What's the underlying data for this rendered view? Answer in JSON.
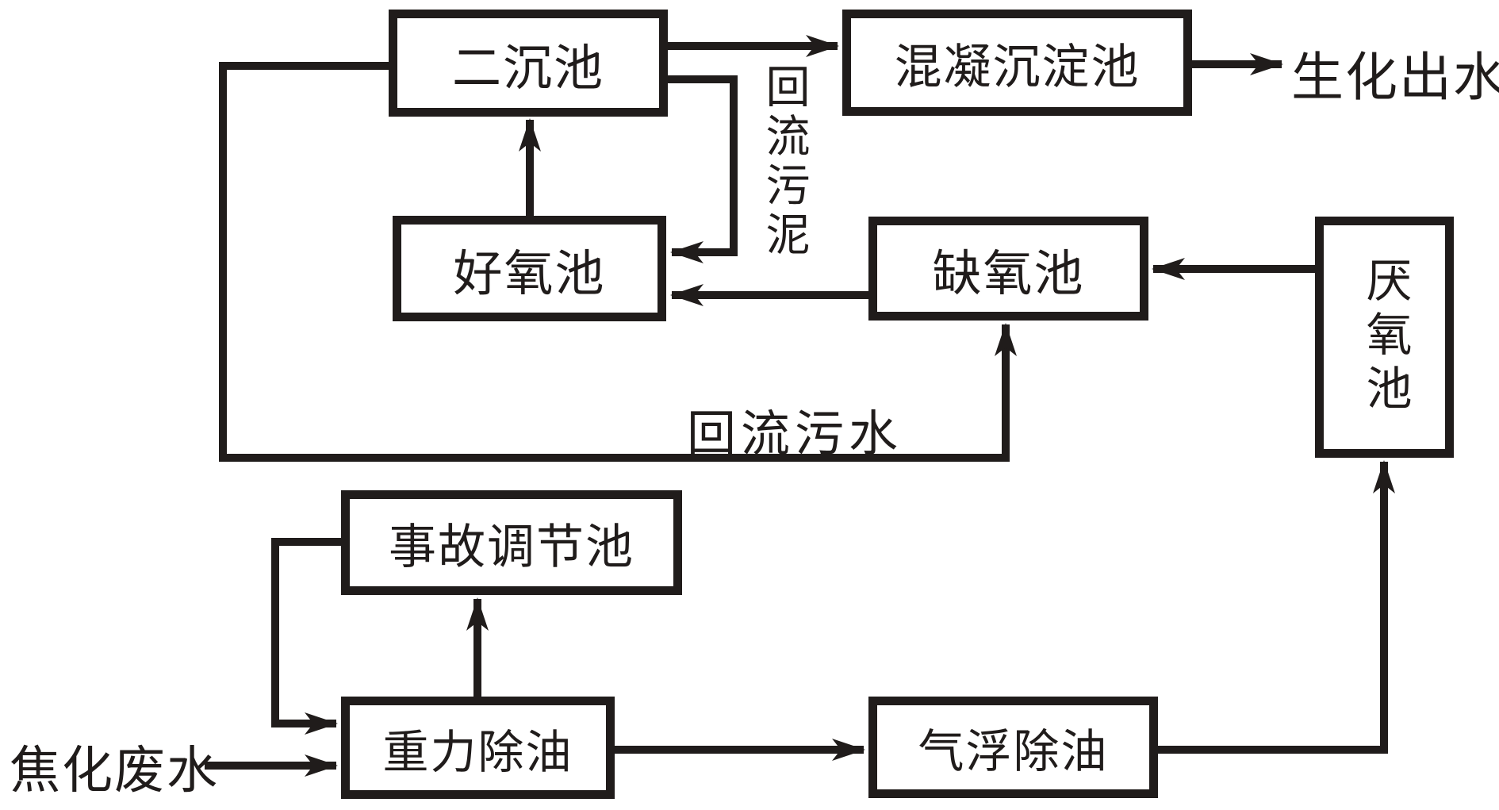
{
  "colors": {
    "ink": "#201c1b",
    "background": "#ffffff"
  },
  "nodes": {
    "secondary_clarifier": {
      "label": "二沉池"
    },
    "coagulation_tank": {
      "label": "混凝沉淀池"
    },
    "aerobic_tank": {
      "label": "好氧池"
    },
    "anoxic_tank": {
      "label": "缺氧池"
    },
    "anaerobic_tank": {
      "label": "厌氧池"
    },
    "accident_tank": {
      "label": "事故调节池"
    },
    "gravity_deoiling": {
      "label": "重力除油"
    },
    "flotation_deoiling": {
      "label": "气浮除油"
    }
  },
  "labels": {
    "influent": "焦化废水",
    "effluent": "生化出水",
    "return_sludge": "回流污泥",
    "return_water": "回流污水"
  },
  "edges": [
    {
      "from": "二沉池",
      "to": "混凝沉淀池",
      "label": ""
    },
    {
      "from": "混凝沉淀池",
      "to": "生化出水",
      "label": ""
    },
    {
      "from": "好氧池",
      "to": "二沉池",
      "label": ""
    },
    {
      "from": "二沉池",
      "to": "好氧池",
      "label": "回流污泥"
    },
    {
      "from": "缺氧池",
      "to": "好氧池",
      "label": ""
    },
    {
      "from": "厌氧池",
      "to": "缺氧池",
      "label": ""
    },
    {
      "from": "二沉池",
      "to": "缺氧池",
      "label": "回流污水"
    },
    {
      "from": "重力除油",
      "to": "事故调节池",
      "label": ""
    },
    {
      "from": "事故调节池",
      "to": "重力除油",
      "label": ""
    },
    {
      "from": "焦化废水",
      "to": "重力除油",
      "label": ""
    },
    {
      "from": "重力除油",
      "to": "气浮除油",
      "label": ""
    },
    {
      "from": "气浮除油",
      "to": "厌氧池",
      "label": ""
    }
  ]
}
